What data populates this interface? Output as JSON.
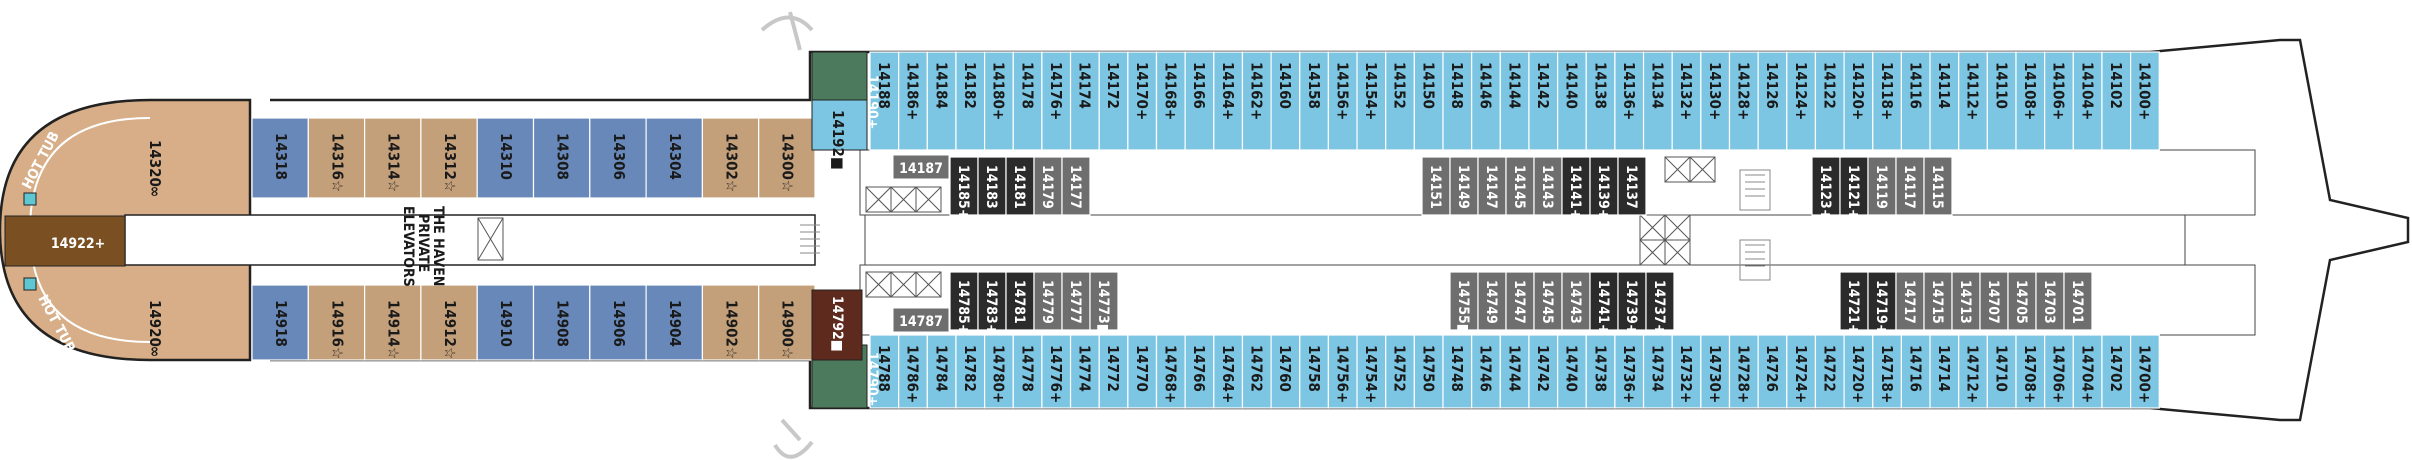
{
  "colors": {
    "balcony": "#7cc6e3",
    "suite": "#c4a07a",
    "haven": "#d7ae87",
    "oceanview": "#6788b8",
    "interior": "#6e6e6e",
    "interior_dark": "#2b2b2b",
    "green": "#4c7a5c",
    "maroon": "#5e2a1e",
    "brown": "#7a4f22",
    "hull": "#222222"
  },
  "top_balcony": [
    "14188",
    "14186+",
    "14184",
    "14182",
    "14180+",
    "14178",
    "14176+",
    "14174",
    "14172",
    "14170+",
    "14168+",
    "14166",
    "14164+",
    "14162+",
    "14160",
    "14158",
    "14156+",
    "14154+",
    "14152",
    "14150",
    "14148",
    "14146",
    "14144",
    "14142",
    "14140",
    "14138",
    "14136+",
    "14134",
    "14132+",
    "14130+",
    "14128+",
    "14126",
    "14124+",
    "14122",
    "14120+",
    "14118+",
    "14116",
    "14114",
    "14112+",
    "14110",
    "14108+",
    "14106+",
    "14104+",
    "14102",
    "14100+"
  ],
  "bottom_balcony": [
    "14788",
    "14786+",
    "14784",
    "14782",
    "14780+",
    "14778",
    "14776+",
    "14774",
    "14772",
    "14770",
    "14768+",
    "14766",
    "14764+",
    "14762",
    "14760",
    "14758",
    "14756+",
    "14754+",
    "14752",
    "14750",
    "14748",
    "14746",
    "14744",
    "14742",
    "14740",
    "14738",
    "14736+",
    "14734",
    "14732+",
    "14730+",
    "14728+",
    "14726",
    "14724+",
    "14722",
    "14720+",
    "14718+",
    "14716",
    "14714",
    "14712+",
    "14710",
    "14708+",
    "14706+",
    "14704+",
    "14702",
    "14700+"
  ],
  "top_aft_cabins": [
    {
      "label": "14318",
      "kind": "oceanview"
    },
    {
      "label": "14316☆",
      "kind": "suite"
    },
    {
      "label": "14314☆",
      "kind": "suite"
    },
    {
      "label": "14312☆",
      "kind": "suite"
    },
    {
      "label": "14310",
      "kind": "oceanview"
    },
    {
      "label": "14308",
      "kind": "oceanview"
    },
    {
      "label": "14306",
      "kind": "oceanview"
    },
    {
      "label": "14304",
      "kind": "oceanview"
    },
    {
      "label": "14302☆",
      "kind": "suite"
    },
    {
      "label": "14300☆",
      "kind": "suite"
    }
  ],
  "bottom_aft_cabins": [
    {
      "label": "14918",
      "kind": "oceanview"
    },
    {
      "label": "14916☆",
      "kind": "suite"
    },
    {
      "label": "14914☆",
      "kind": "suite"
    },
    {
      "label": "14912☆",
      "kind": "suite"
    },
    {
      "label": "14910",
      "kind": "oceanview"
    },
    {
      "label": "14908",
      "kind": "oceanview"
    },
    {
      "label": "14906",
      "kind": "oceanview"
    },
    {
      "label": "14904",
      "kind": "oceanview"
    },
    {
      "label": "14902☆",
      "kind": "suite"
    },
    {
      "label": "14900☆",
      "kind": "suite"
    }
  ],
  "aft": {
    "top_suite": "14320",
    "bottom_suite": "14920",
    "center_suite": "14922+",
    "hot_tub_top": "HOT TUB",
    "hot_tub_bottom": "HOT TUB"
  },
  "haven_elevators": [
    "THE HAVEN",
    "PRIVATE",
    "ELEVATORS"
  ],
  "corner_cabins": {
    "top_green": "14190+",
    "bottom_green": "14790+",
    "top_light": "14192■",
    "bottom_maroon": "14792■"
  },
  "interior_top_aft": [
    {
      "label": "14185+",
      "dark": true
    },
    {
      "label": "14183",
      "dark": true
    },
    {
      "label": "14181",
      "dark": true
    },
    {
      "label": "14179",
      "dark": false
    },
    {
      "label": "14177",
      "dark": false
    }
  ],
  "interior_bottom_aft": [
    {
      "label": "14785+",
      "dark": true
    },
    {
      "label": "14783+",
      "dark": true
    },
    {
      "label": "14781",
      "dark": true
    },
    {
      "label": "14779",
      "dark": false
    },
    {
      "label": "14777",
      "dark": false
    },
    {
      "label": "14773■",
      "dark": false
    }
  ],
  "interior_top_mid": [
    {
      "label": "14151",
      "dark": false
    },
    {
      "label": "14149",
      "dark": false
    },
    {
      "label": "14147",
      "dark": false
    },
    {
      "label": "14145",
      "dark": false
    },
    {
      "label": "14143",
      "dark": false
    },
    {
      "label": "14141+",
      "dark": true
    },
    {
      "label": "14139+",
      "dark": true
    },
    {
      "label": "14137",
      "dark": true
    }
  ],
  "interior_bottom_mid": [
    {
      "label": "14755■",
      "dark": false
    },
    {
      "label": "14749",
      "dark": false
    },
    {
      "label": "14747",
      "dark": false
    },
    {
      "label": "14745",
      "dark": false
    },
    {
      "label": "14743",
      "dark": false
    },
    {
      "label": "14741+",
      "dark": true
    },
    {
      "label": "14739+",
      "dark": true
    },
    {
      "label": "14737+",
      "dark": true
    }
  ],
  "interior_top_fwd": [
    {
      "label": "14123+",
      "dark": true
    },
    {
      "label": "14121+",
      "dark": true
    },
    {
      "label": "14119",
      "dark": false
    },
    {
      "label": "14117",
      "dark": false
    },
    {
      "label": "14115",
      "dark": false
    }
  ],
  "interior_bottom_fwd": [
    {
      "label": "14721+",
      "dark": true
    },
    {
      "label": "14719+",
      "dark": true
    },
    {
      "label": "14717",
      "dark": false
    },
    {
      "label": "14715",
      "dark": false
    },
    {
      "label": "14713",
      "dark": false
    },
    {
      "label": "14707",
      "dark": false
    },
    {
      "label": "14705",
      "dark": false
    },
    {
      "label": "14703",
      "dark": false
    },
    {
      "label": "14701",
      "dark": false
    }
  ],
  "wide_cabins": {
    "top": "14187",
    "bottom": "14787"
  }
}
